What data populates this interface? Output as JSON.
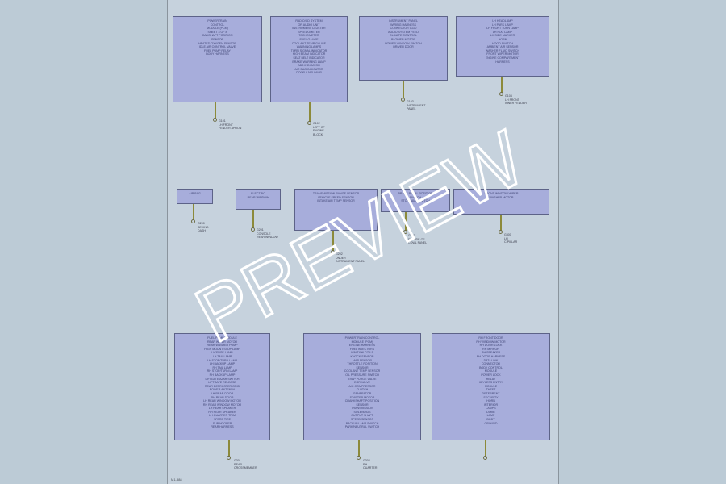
{
  "page_id": "M1-888",
  "watermark": "PREVIEW",
  "wire_color": "BLK",
  "components": [
    {
      "lines": [
        "POWERTRAIN",
        "CONTROL",
        "MODULE (PCM)",
        "SHEET 3 OF 8",
        "CAMSHAFT POSITION",
        "SENSOR",
        "HEATED OXYGEN SENSOR",
        "IDLE AIR CONTROL VALVE",
        "FUEL PUMP RELAY",
        "BODY HARNESS"
      ]
    },
    {
      "lines": [
        "RADIO/CD SYSTEM",
        "OR AUDIO UNIT",
        "INSTRUMENT CLUSTER",
        "SPEEDOMETER",
        "TACHOMETER",
        "FUEL GAUGE",
        "COOLANT TEMP GAUGE",
        "WARNING LAMPS",
        "TURN SIGNAL INDICATOR",
        "HIGH BEAM INDICATOR",
        "SEAT BELT INDICATOR",
        "BRAKE WARNING LAMP",
        "ABS INDICATOR",
        "AIR BAG INDICATOR",
        "DOOR AJAR LAMP"
      ]
    },
    {
      "lines": [
        "INSTRUMENT PANEL",
        "WIRING HARNESS",
        "CONNECTOR C220",
        "AUDIO SYSTEM FEED",
        "CLIMATE CONTROL",
        "BLOWER MOTOR",
        "POWER WINDOW SWITCH",
        "DRIVER DOOR"
      ]
    },
    {
      "lines": [
        "LH HEADLAMP",
        "LH PARK LAMP",
        "LH FRONT TURN LAMP",
        "LH FOG LAMP",
        "LH SIDE MARKER",
        "HORN",
        "HOOD SWITCH",
        "AMBIENT AIR SENSOR",
        "WASHER FLUID SWITCH",
        "FRONT WIPER MOTOR",
        "ENGINE COMPARTMENT",
        "HARNESS"
      ]
    },
    {
      "lines": [
        "AIR BAG"
      ]
    },
    {
      "lines": [
        "ELECTRIC",
        "REAR WINDOW"
      ]
    },
    {
      "lines": [
        "TRANSMISSION RANGE SENSOR",
        "VEHICLE SPEED SENSOR",
        "INTAKE AIR TEMP SENSOR"
      ]
    },
    {
      "lines": [
        "BRAKE PEDAL POSITION",
        "SWITCH",
        "STOP LAMP SWITCH"
      ]
    },
    {
      "lines": [
        "FRONT WINDOW WIPER",
        "WASHER MOTOR"
      ]
    },
    {
      "lines": [
        "FUEL PUMP MODULE",
        "REAR WIPER MOTOR",
        "REAR WASHER PUMP",
        "HIGH MOUNT STOP LAMP",
        "LICENSE LAMP",
        "LH TAIL LAMP",
        "LH STOP/TURN LAMP",
        "LH BACKUP LAMP",
        "RH TAIL LAMP",
        "RH STOP/TURN LAMP",
        "RH BACKUP LAMP",
        "LIFTGATE AJAR SWITCH",
        "LIFTGATE RELEASE",
        "REAR DEFROSTER GRID",
        "POWER ANTENNA",
        "LH REAR DOOR",
        "RH REAR DOOR",
        "LH REAR WINDOW MOTOR",
        "RH REAR WINDOW MOTOR",
        "LH REAR SPEAKER",
        "RH REAR SPEAKER",
        "LH QUARTER TRIM",
        "SPARE TIRE",
        "SUBWOOFER",
        "REAR HARNESS"
      ]
    },
    {
      "lines": [
        "POWERTRAIN CONTROL",
        "MODULE (PCM)",
        "ENGINE HARNESS",
        "FUEL INJECTORS",
        "IGNITION COILS",
        "KNOCK SENSOR",
        "MAP SENSOR",
        "THROTTLE POSITION",
        "SENSOR",
        "COOLANT TEMP SENSOR",
        "OIL PRESSURE SWITCH",
        "EVAP PURGE VALVE",
        "EGR VALVE",
        "A/C COMPRESSOR",
        "CLUTCH",
        "GENERATOR",
        "STARTER MOTOR",
        "CRANKSHAFT POSITION",
        "SENSOR",
        "TRANSMISSION",
        "SOLENOIDS",
        "OUTPUT SHAFT",
        "SPEED SENSOR",
        "BACKUP LAMP SWITCH",
        "PARK/NEUTRAL SWITCH"
      ]
    },
    {
      "lines": [
        "RH FRONT DOOR",
        "RH WINDOW MOTOR",
        "RH DOOR LOCK",
        "RH MIRROR",
        "RH SPEAKER",
        "RH DOOR HARNESS",
        "DATA LINK",
        "CONNECTOR",
        "BODY CONTROL",
        "MODULE",
        "POWER LOCK",
        "RELAY",
        "KEYLESS ENTRY",
        "MODULE",
        "THEFT",
        "DETERRENT",
        "SECURITY",
        "HORN",
        "INTERIOR",
        "LAMPS",
        "DOME",
        "LAMP",
        "BODY",
        "GROUND"
      ]
    }
  ],
  "grounds": [
    {
      "lines": [
        "G101",
        "LH FRONT",
        "FENDER APRON"
      ]
    },
    {
      "lines": [
        "G102",
        "LEFT OF",
        "ENGINE",
        "BLOCK"
      ]
    },
    {
      "lines": [
        "G103",
        "INSTRUMENT",
        "PANEL"
      ]
    },
    {
      "lines": [
        "G104",
        "LH FRONT",
        "INNER FENDER"
      ]
    },
    {
      "lines": [
        "G200",
        "BEHIND",
        "DASH"
      ]
    },
    {
      "lines": [
        "G201",
        "CONSOLE",
        "REAR WINDOW"
      ]
    },
    {
      "lines": [
        "G202",
        "UNDER",
        "INSTRUMENT PANEL"
      ]
    },
    {
      "lines": [
        "G203",
        "RH SIDE OF",
        "COWL PANEL"
      ]
    },
    {
      "lines": [
        "G300",
        "LH",
        "C-PILLAR"
      ]
    },
    {
      "lines": [
        "G301",
        "REAR",
        "CROSSMEMBER"
      ]
    },
    {
      "lines": [
        "G302",
        "RH",
        "QUARTER"
      ]
    }
  ]
}
